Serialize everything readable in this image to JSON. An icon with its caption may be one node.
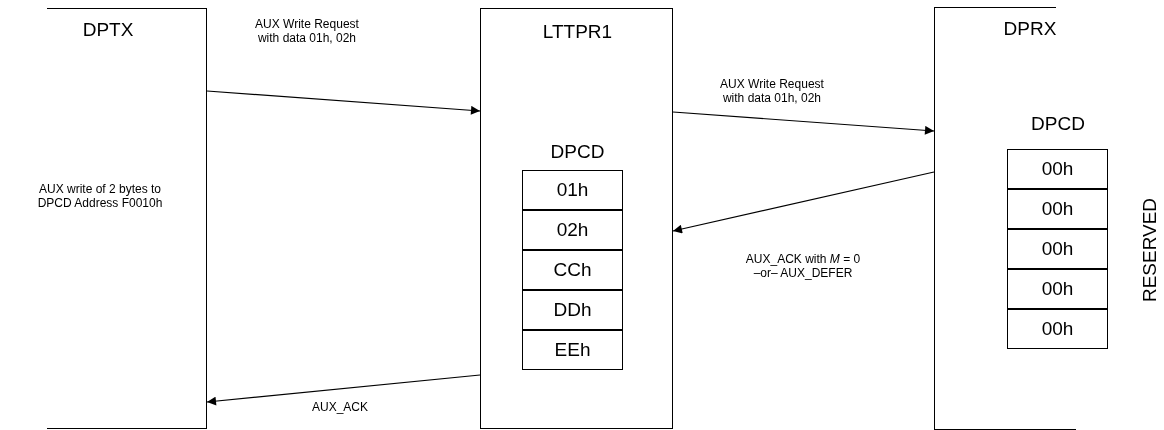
{
  "diagram": {
    "nodes": [
      {
        "text": [
          "DPTX",
          "AUX write of 2 bytes to DPCD Address F0010h"
        ]
      },
      {
        "text": [
          "LTTPR1",
          "DPCD"
        ]
      },
      {
        "text": [
          "01h"
        ],
        "in": 1
      },
      {
        "text": [
          "02h"
        ],
        "in": 1
      },
      {
        "text": [
          "CCh"
        ],
        "in": 1
      },
      {
        "text": [
          "DDh"
        ],
        "in": 1
      },
      {
        "text": [
          "EEh"
        ],
        "in": 1
      },
      {
        "text": [
          "DPRX",
          "DPCD"
        ]
      },
      {
        "text": [
          "00h"
        ],
        "in": 7
      },
      {
        "text": [
          "00h"
        ],
        "in": 7
      },
      {
        "text": [
          "00h"
        ],
        "in": 7
      },
      {
        "text": [
          "00h"
        ],
        "in": 7
      },
      {
        "text": [
          "00h"
        ],
        "in": 7
      }
    ],
    "edges": [
      {
        "from": 0,
        "to": 1,
        "arrow": "to",
        "label": "AUX Write Request with data 01h, 02h"
      },
      {
        "from": 1,
        "to": 7,
        "arrow": "to",
        "label": "AUX Write Request with data 01h, 02h"
      },
      {
        "from": 7,
        "to": 1,
        "arrow": "to",
        "label": "AUX_ACK with *M* = 0 –or– AUX_DEFER"
      },
      {
        "from": 1,
        "to": 0,
        "arrow": "to",
        "label": "AUX_ACK"
      }
    ],
    "labels": [
      "RESERVED"
    ]
  }
}
